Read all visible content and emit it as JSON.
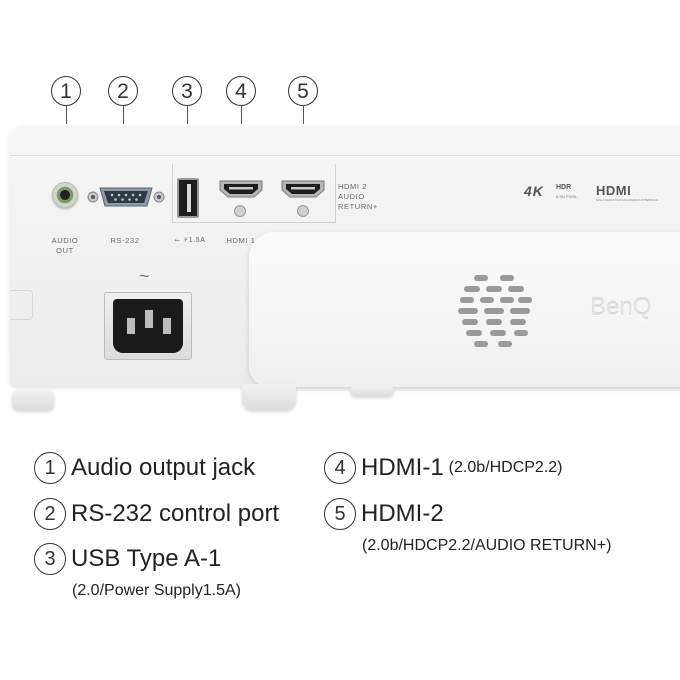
{
  "callouts": [
    "1",
    "2",
    "3",
    "4",
    "5"
  ],
  "ports": {
    "audio_out": "AUDIO\nOUT",
    "rs232": "RS-232",
    "usb": "⭠ ⚡1.5A",
    "hdmi1": "HDMI 1",
    "hdmi2": "HDMI 2\nAUDIO\nRETURN+",
    "ac_symbol": "~"
  },
  "branding": {
    "k4": "4K",
    "hdr": "HDR",
    "pixel": "8.3M PIXEL",
    "hdmi": "HDMI",
    "hdmi_tagline": "HIGH-DEFINITION MULTIMEDIA INTERFACE",
    "brand": "BenQ"
  },
  "captions": [
    {
      "num": "1",
      "text": "Audio output jack",
      "small": "",
      "sub": ""
    },
    {
      "num": "2",
      "text": "RS-232 control port",
      "small": "",
      "sub": ""
    },
    {
      "num": "3",
      "text": "USB Type A-1",
      "small": "",
      "sub": "(2.0/Power Supply1.5A)"
    },
    {
      "num": "4",
      "text": "HDMI-1",
      "small": "(2.0b/HDCP2.2)",
      "sub": ""
    },
    {
      "num": "5",
      "text": "HDMI-2",
      "small": "",
      "sub": "(2.0b/HDCP2.2/AUDIO RETURN+)"
    }
  ]
}
